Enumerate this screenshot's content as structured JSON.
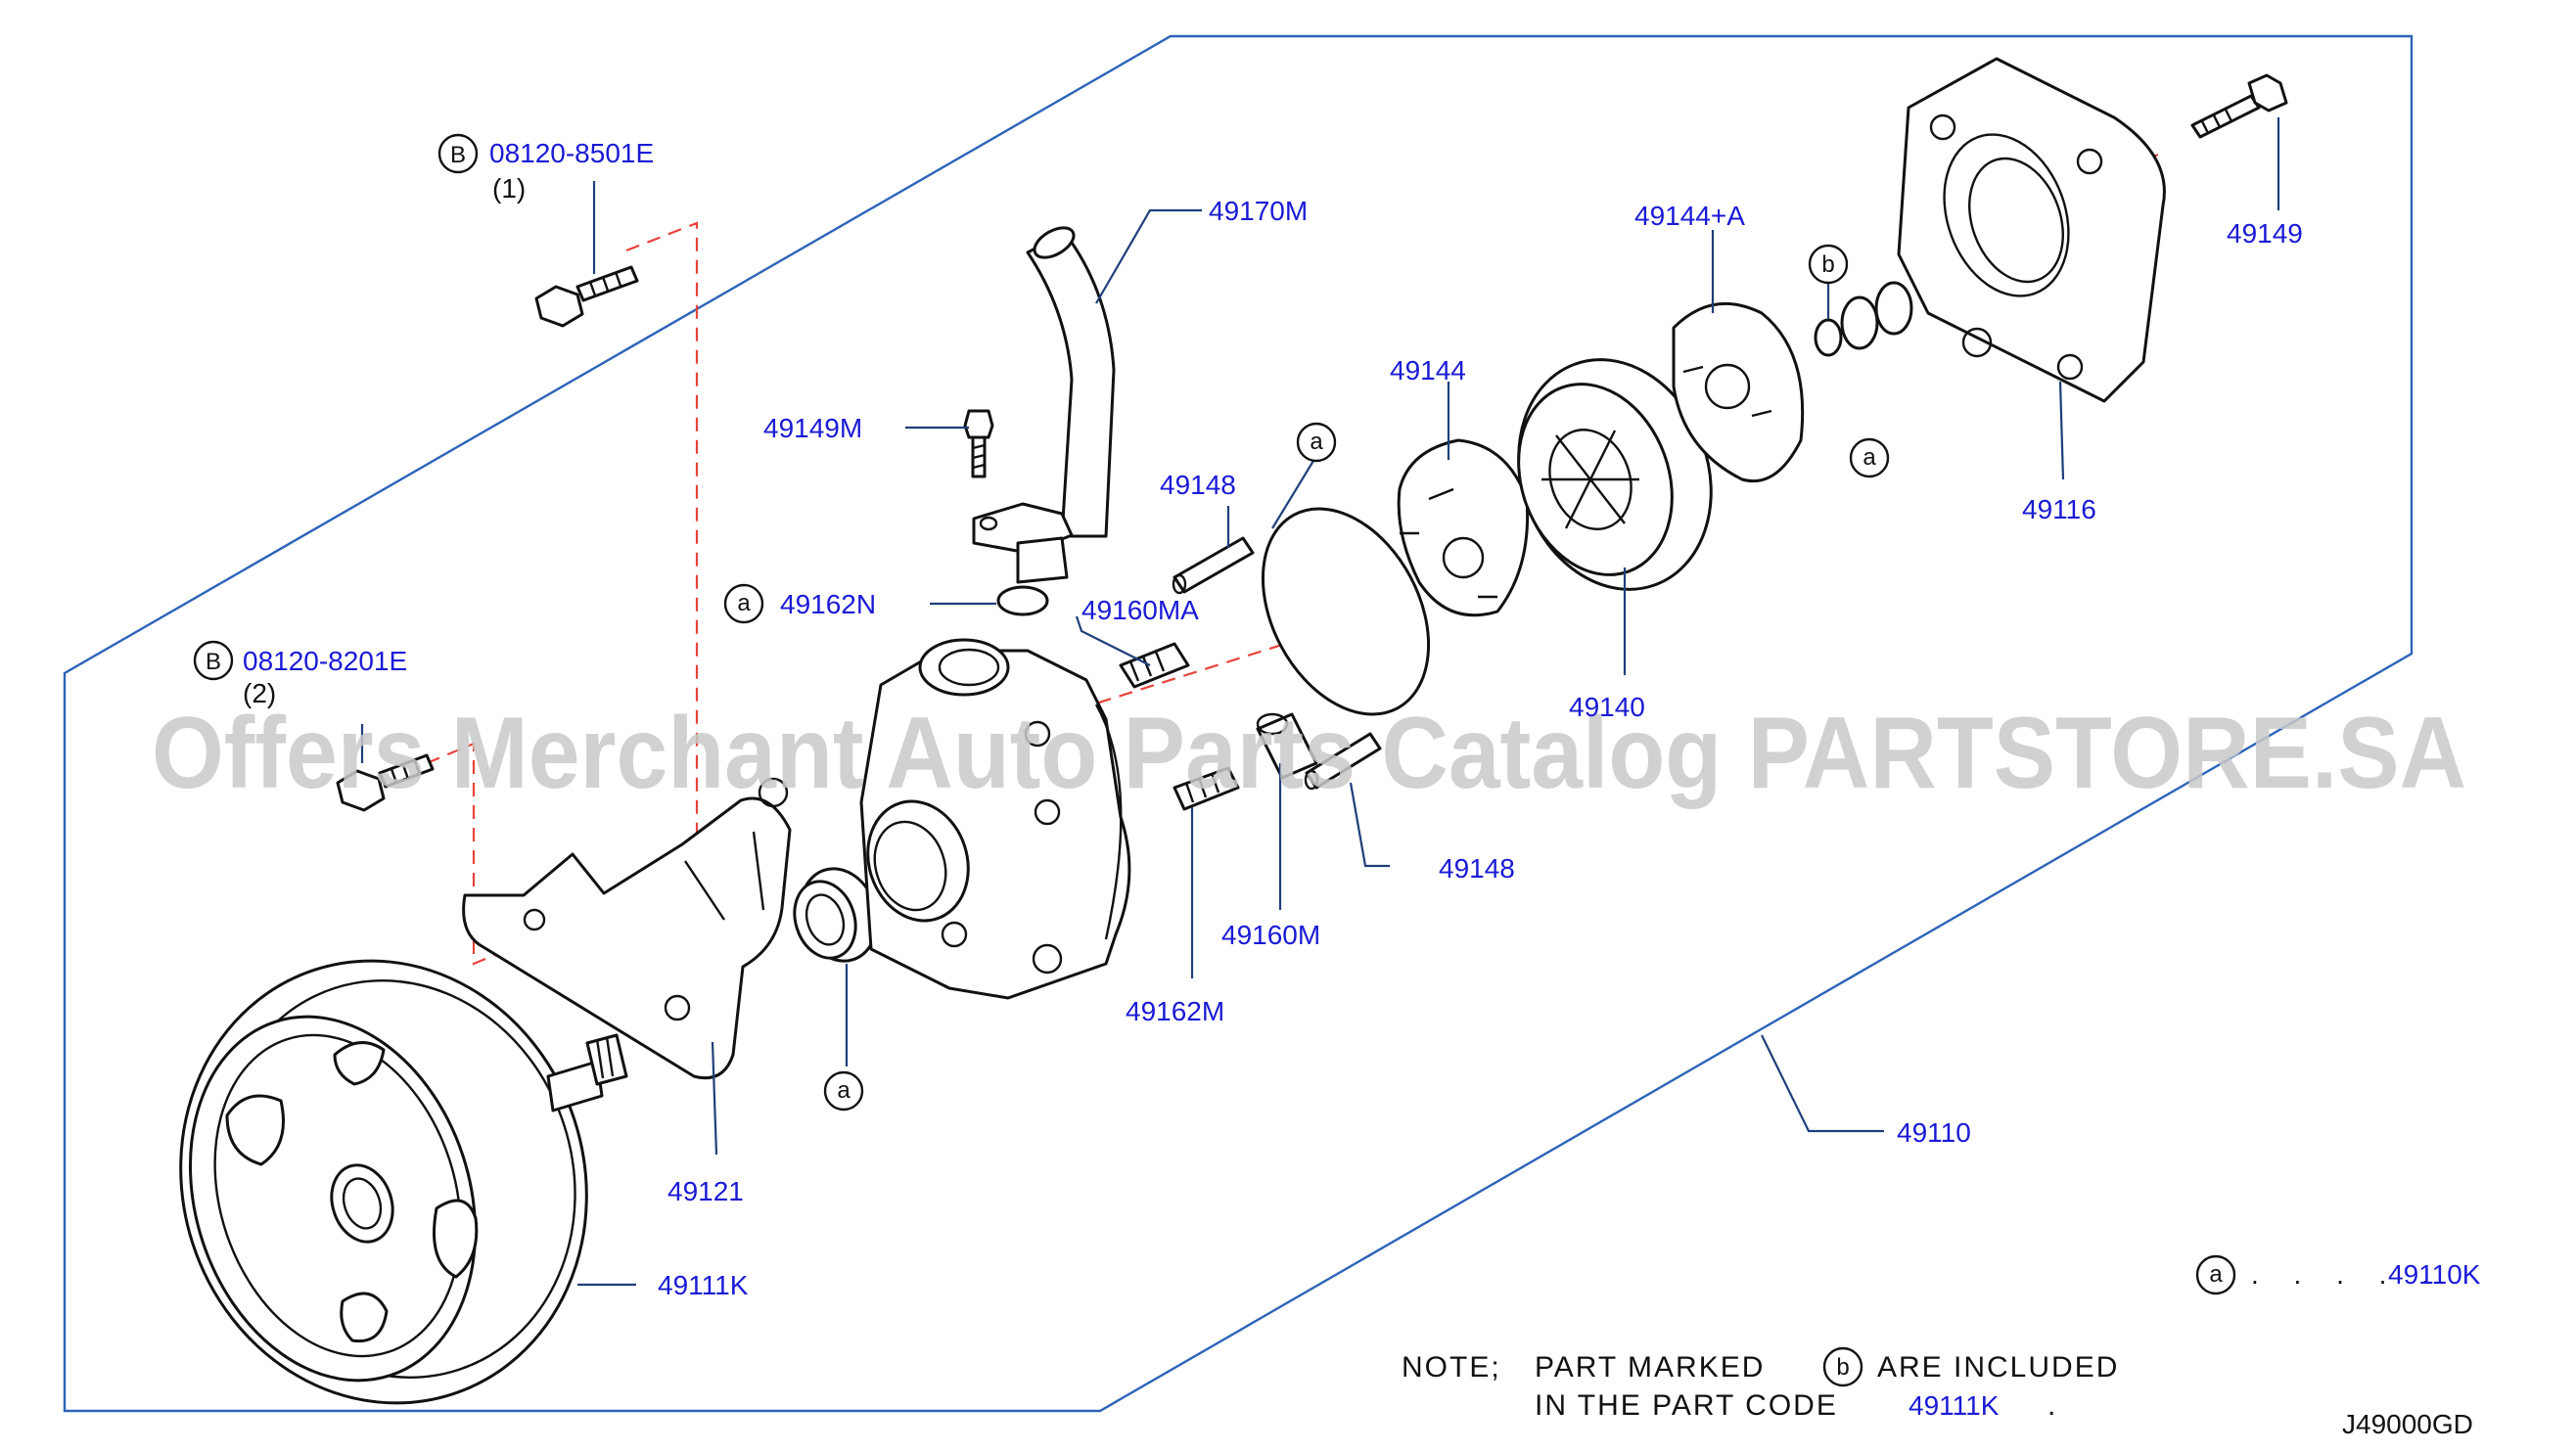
{
  "diagram_code": "J49000GD",
  "watermark": "Offers Merchant Auto Parts Catalog PARTSTORE.SA",
  "colors": {
    "part_number": "#1a1ad6",
    "leader": "#1f3f7a",
    "frame": "#2d64b8",
    "dashed": "#e8433a",
    "watermark": "#c9c9c9"
  },
  "bolts": [
    {
      "mark": "B",
      "number": "08120-8501E",
      "qty": "(1)"
    },
    {
      "mark": "B",
      "number": "08120-8201E",
      "qty": "(2)"
    }
  ],
  "parts": {
    "p49170M": "49170M",
    "p49149M": "49149M",
    "p49148_top": "49148",
    "p49162N": "49162N",
    "p49160MA": "49160MA",
    "p49144": "49144",
    "p49144A": "49144+A",
    "p49140": "49140",
    "p49116": "49116",
    "p49149": "49149",
    "p49148_bottom": "49148",
    "p49160M": "49160M",
    "p49162M": "49162M",
    "p49121": "49121",
    "p49111K": "49111K",
    "p49110": "49110"
  },
  "marks": {
    "a": "a",
    "b": "b"
  },
  "legend": {
    "mark": "a",
    "dots": ". . . . .",
    "code": "49110K"
  },
  "note": {
    "label": "NOTE;",
    "line1_a": "PART  MARKED",
    "mark": "b",
    "line1_b": "ARE  INCLUDED",
    "line2_a": "IN  THE  PART  CODE",
    "code": "49111K",
    "period": "."
  }
}
